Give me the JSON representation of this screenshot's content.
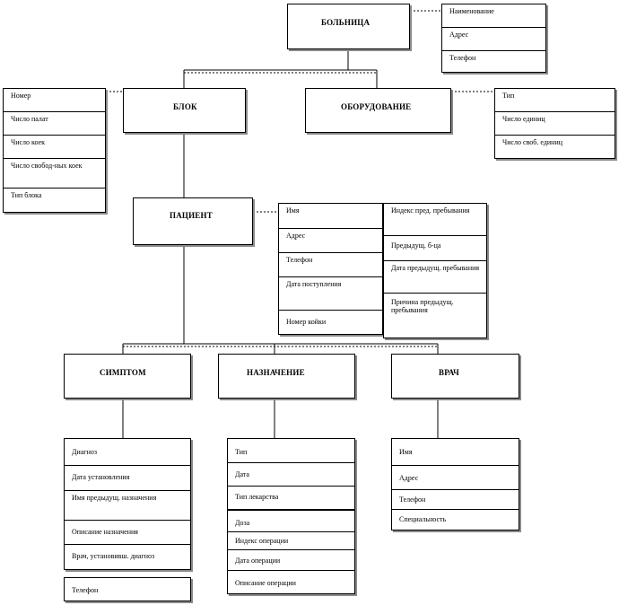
{
  "entities": {
    "hospital": "БОЛЬНИЦА",
    "block": "БЛОК",
    "equipment": "ОБОРУДОВАНИЕ",
    "patient": "ПАЦИЕНТ",
    "symptom": "СИМПТОМ",
    "assignment": "НАЗНАЧЕНИЕ",
    "doctor": "ВРАЧ"
  },
  "attributes": {
    "hospital": [
      "Наименование",
      "Адрес",
      "Телефон"
    ],
    "block": [
      "Номер",
      "Число палат",
      "Число коек",
      "Число свобод-ных коек",
      "Тип блока"
    ],
    "equipment": [
      "Тип",
      "Число единиц",
      "Число своб. единиц"
    ],
    "patient_main": [
      "Имя",
      "Адрес",
      "Телефон",
      "Дата поступления",
      "Номер койки"
    ],
    "patient_prev": [
      "Индекс пред. пребывания",
      "Предыдущ. б-ца",
      "Дата предыдущ. пребывания",
      "Причина предыдущ. пребывания"
    ],
    "symptom": [
      "Диагноз",
      "Дата установления",
      "Имя предыдущ. назначения",
      "Описание назначения",
      "Врач, установивш. диагноз",
      "Телефон"
    ],
    "assignment": [
      "Тип",
      "Дата",
      "Тип лекарства",
      "Доза",
      "Индекс операции",
      "Дата операции",
      "Описание операции"
    ],
    "doctor": [
      "Имя",
      "Адрес",
      "Телефон",
      "Специальность"
    ]
  }
}
